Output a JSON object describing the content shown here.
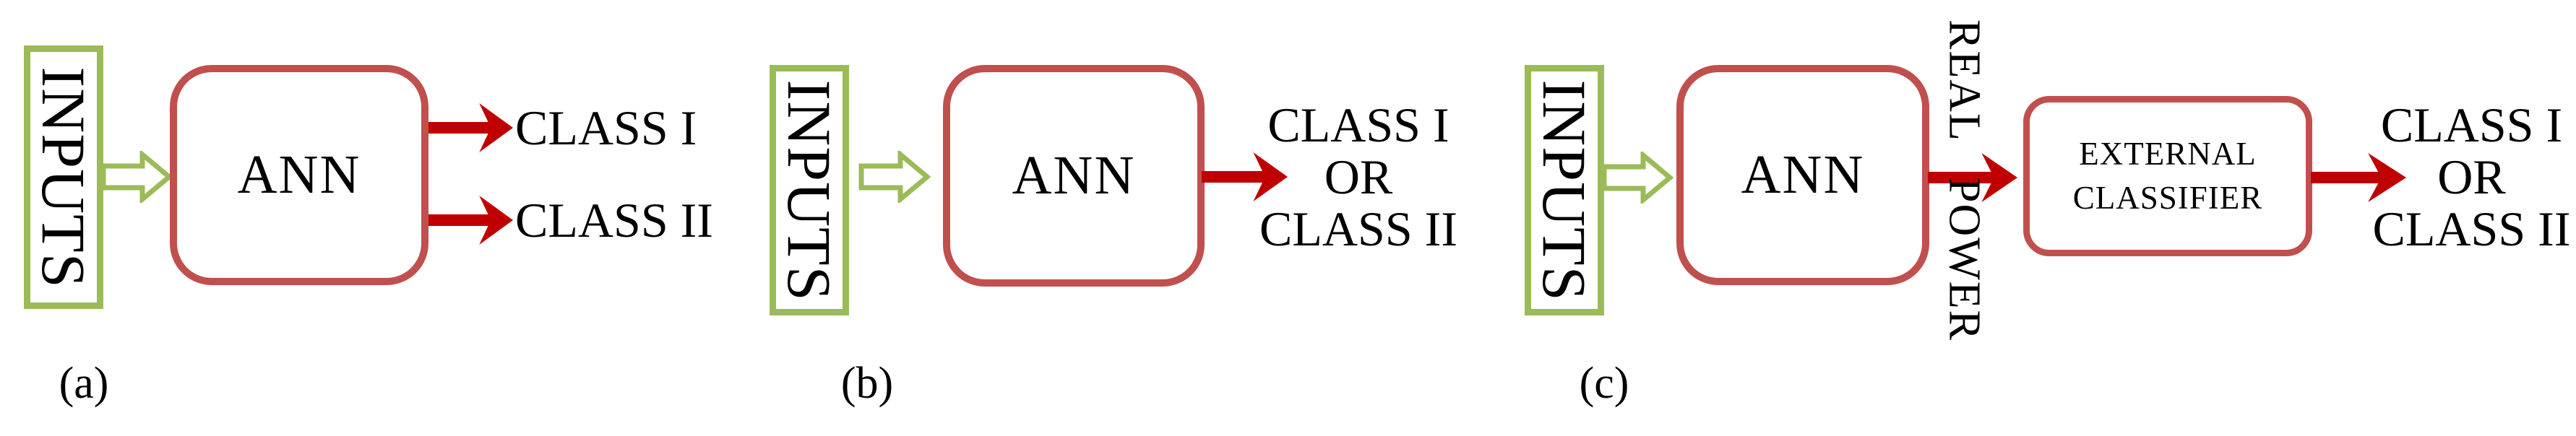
{
  "figure": {
    "description_labels": {
      "panel_a": "(a)",
      "panel_b": "(b)",
      "panel_c": "(c)"
    }
  },
  "colors": {
    "accent_green": "#9BBB59",
    "box_border_red": "#C0504D",
    "arrow_red": "#C00000",
    "text": "#000000",
    "background": "#FFFFFF"
  },
  "panels": [
    {
      "label": "(a)",
      "inputs": "INPUTS",
      "ann": "ANN",
      "outputs": {
        "class1": "CLASS I",
        "class2": "CLASS II"
      }
    },
    {
      "label": "(b)",
      "inputs": "INPUTS",
      "ann": "ANN",
      "output_lines": {
        "l1": "CLASS I",
        "l2": "OR",
        "l3": "CLASS II"
      }
    },
    {
      "label": "(c)",
      "inputs": "INPUTS",
      "ann": "ANN",
      "arrow_label": "REAL POWER",
      "external": {
        "line1": "EXTERNAL",
        "line2": "CLASSIFIER"
      },
      "output_lines": {
        "l1": "CLASS I",
        "l2": "OR",
        "l3": "CLASS II"
      }
    }
  ]
}
